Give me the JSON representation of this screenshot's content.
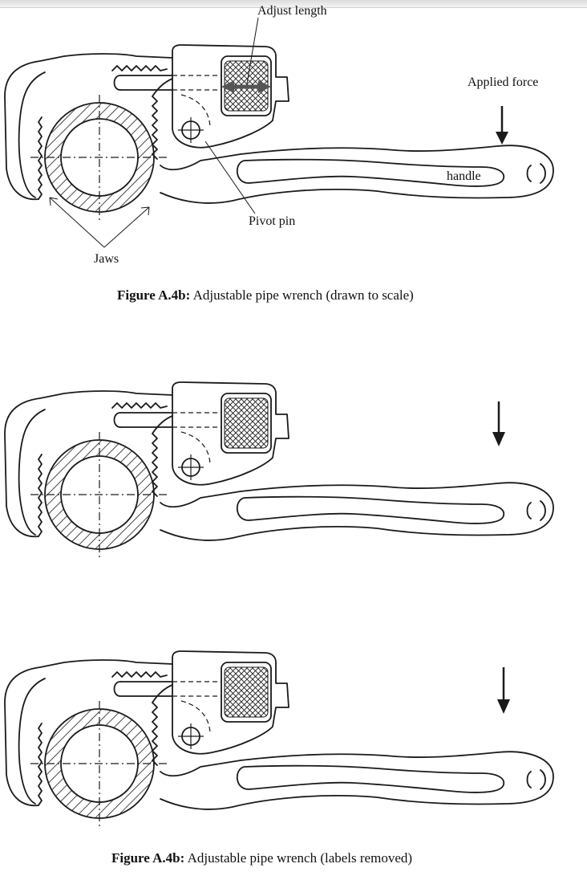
{
  "labels": {
    "adjust_length": "Adjust length",
    "applied_force": "Applied force",
    "handle": "handle",
    "pivot_pin": "Pivot pin",
    "jaws": "Jaws"
  },
  "captions": [
    {
      "prefix": "Figure A.4b:",
      "text": "Adjustable pipe wrench (drawn to scale)"
    },
    {
      "prefix": "Figure A.4b:",
      "text": "Adjustable pipe wrench (labels removed)"
    }
  ],
  "colors": {
    "line": "#1a1a1a",
    "adjust_arrow": "#555555"
  }
}
